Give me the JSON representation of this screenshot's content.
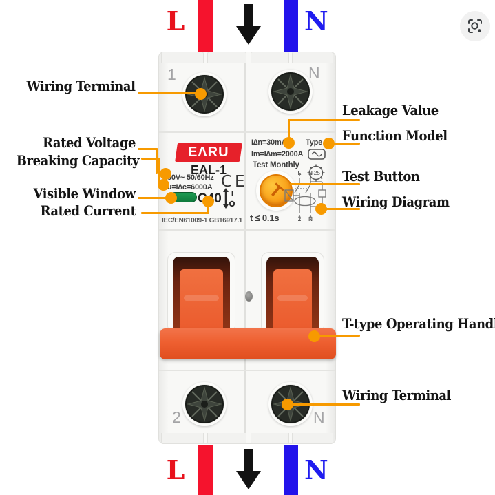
{
  "callouts": {
    "accent": "#F79A00",
    "left": [
      {
        "label": "Wiring Terminal"
      },
      {
        "label": "Rated Voltage"
      },
      {
        "label": "Breaking Capacity"
      },
      {
        "label": "Visible Window"
      },
      {
        "label": "Rated Current"
      }
    ],
    "right": [
      {
        "label": "Leakage Value"
      },
      {
        "label": "Function Model"
      },
      {
        "label": "Test Button"
      },
      {
        "label": "Wiring Diagram"
      },
      {
        "label": "T-type Operating Handle"
      },
      {
        "label": "Wiring Terminal"
      }
    ]
  },
  "wires": {
    "top": {
      "live": "L",
      "neutral": "N"
    },
    "bottom": {
      "live": "L",
      "neutral": "N"
    },
    "live_color": "#F5132D",
    "neutral_color": "#2213EB"
  },
  "breaker": {
    "brand": "EΛRU",
    "model": "EAL-1",
    "rated_voltage": "230V~ 50/60Hz",
    "breaking_capacity": "Icu=I∆c=6000A",
    "ce_mark": "CE",
    "rated_current": "C40",
    "on_symbol": "I",
    "standard": "IEC/EN61009-1 GB16917.1",
    "leakage_value": "I∆n=30mA",
    "type_label": "Type",
    "leakage_breaking_capacity": "Im=I∆m=2000A",
    "test_reminder": "Test Monthly",
    "temperature_rating": "-25",
    "test_button_letter": "T",
    "trip_time": "t ≤ 0.1s",
    "pole_labels": {
      "top_left": "1",
      "top_right": "N",
      "bottom_left": "2",
      "bottom_right": "N"
    },
    "diagram_labels": {
      "top_live": "L",
      "top_neutral": "N",
      "bottom_left": "2",
      "bottom_neutral": "N"
    }
  }
}
